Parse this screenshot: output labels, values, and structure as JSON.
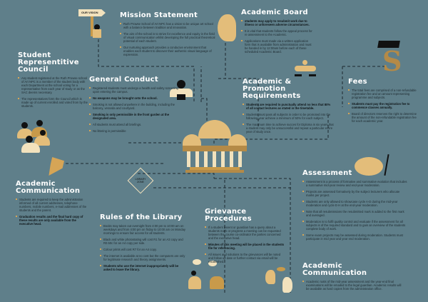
{
  "colors": {
    "background": "#5f7f8a",
    "accent": "#d6a556",
    "tan": "#e3bd7a",
    "cream": "#f2e2bd",
    "dark": "#111"
  },
  "sign_text": "OUR VISION",
  "library_sign": "LIBRARY ZONE",
  "sections": [
    {
      "id": "mission-statement",
      "title": "Mission Statement",
      "bullets": [
        {
          "t": "Ruth Prowse School of Art NPC has a vision to be unique art school with a balance between tradition and innovation.",
          "b": false
        },
        {
          "t": "The aim of the school is to strive for excellence and equity in the field of visual communication whilst developing the full practical theoretical potential of each student.",
          "b": false
        },
        {
          "t": "Our nurturing approach provides a conducive environment that enables each student to discover their authentic visual language of expression.",
          "b": false
        }
      ]
    },
    {
      "id": "academic-board",
      "title": "Academic Board",
      "bullets": [
        {
          "t": "students may apply to resubmit work due to illness or unforeseen adverse circumstances.",
          "b": true
        },
        {
          "t": "It is vital that students follow the appeal process for re assessment to the Academic.",
          "b": false
        },
        {
          "t": "Applications must made via a written application form that is available from administration and must be handed in by 12:00am before each of these scheduled Academic Board.",
          "b": false
        }
      ]
    },
    {
      "id": "student-council",
      "title": "Student Representitive Council",
      "bullets": [
        {
          "t": "Any student registered at the Ruth Prowse school of Art NPC is a member of the student body with each Department at the school voting for a representative from each year of study or as the SAC deems necessary.",
          "b": false
        },
        {
          "t": "The representatives form the Council which is made up of current enrolled and voted from by the students.",
          "b": false
        }
      ]
    },
    {
      "id": "general-conduct",
      "title": "General Conduct",
      "bullets": [
        {
          "t": "Registered students must undergo a health and safety screening upon entering the campus.",
          "b": false
        },
        {
          "t": "No weapons may be brought onto the school.",
          "b": true
        },
        {
          "t": "Smoking is not allowed anywhere in the building, including the balcony, veranda and courtyard.",
          "b": false
        },
        {
          "t": "Smoking is only permissible in the front garden at the designated area.",
          "b": true
        },
        {
          "t": "All students must attend all briefings.",
          "b": false
        },
        {
          "t": "No littering is permissible",
          "b": false
        }
      ]
    },
    {
      "id": "promotion-requirements",
      "title": "Academic & Promotion Requirements",
      "bullets": [
        {
          "t": "Students are required to punctually attend no less that 80% of all contact lectures as stated in the timetable.",
          "b": true
        },
        {
          "t": "Students must pass all subjects in order to be promoted into the following year achieve a minimum of 50% for each subject.",
          "b": false
        },
        {
          "t": "The maximum time to achieve succes for Diploma is six years that a student may only be unsuccessful and repeat a particular entire year of study once.",
          "b": false
        }
      ]
    },
    {
      "id": "fees",
      "title": "Fees",
      "bullets": [
        {
          "t": "The total fees are comprised of a non-refundable registration fee and an amount representing programme and subjects.",
          "b": false
        },
        {
          "t": "Students must pay the registration fee to commence classes annually.",
          "b": true
        },
        {
          "t": "Board of directors reserves the right to determine the amount of the non-refundable registration fee for each academic year.",
          "b": false
        }
      ]
    },
    {
      "id": "academic-communication-left",
      "title": "Academic Communication",
      "bullets": [
        {
          "t": "Students are required to keep the administration informed of all current addresses, telephone numbers, mobile numbers, e-mail addresses of the students and the parent.",
          "b": false
        },
        {
          "t": "Graduation results and the final hard copy of these results are only available from the executive head.",
          "b": true
        }
      ]
    },
    {
      "id": "library-rules",
      "title": "Rules of the Library",
      "bullets": [
        {
          "t": "Books may taken out overnight from 4:00 pm to 10:00 am on weekdays and from 4:00 pm on friday to 10:00 am on Monday mornings to ensure fair access for all students.",
          "b": false
        },
        {
          "t": "Black and white photostating will cost R1 for an A3 copy and R0.50c for an A4 copy per side.",
          "b": false
        },
        {
          "t": "Colour prints will cost R7 for an A4 copy.",
          "b": false
        },
        {
          "t": "The internet is available at no cost but the computers are only for legitimate research and theory assignments.",
          "b": false
        },
        {
          "t": "Students who use the internet inappropriately will be asked to leave the library.",
          "b": true
        }
      ]
    },
    {
      "id": "grievance-procedures",
      "title": "Grievance Procedures",
      "bullets": [
        {
          "t": "If a student parent or guardian has a query about a students mark or progress a meeting can be requested between the course co-ordinator the parties concerned and the executive head.",
          "b": false
        },
        {
          "t": "Minutes of this meeting will be placed in the students file for referencing.",
          "b": true
        },
        {
          "t": "All issues and solutions to the grievances will be noted and follow up date or further contact via email will be established.",
          "b": false
        }
      ]
    },
    {
      "id": "assessment",
      "title": "Assessment",
      "bullets": [
        {
          "t": "Assessment is a process of formative and summative evalution that includes a summative mid-year review and end-year moderation.",
          "b": false
        },
        {
          "t": "Projects are assessed formatively by the subject lecturers who allocate marks per project.",
          "b": false
        },
        {
          "t": "Students are only allowed to showcase cycle A-D during the mid-year moderation and cycle E-H at the end-year moderation.",
          "b": false
        },
        {
          "t": "Note that all resubmissions the resubmitted mark is added to the first mark and averaged.",
          "b": false
        },
        {
          "t": "Moderation is to fulfil quality control and evaluate if the assessment for all subjects is of the required standard and to gain an overview of the students complete body of work.",
          "b": false
        },
        {
          "t": "Some exam projects may be assessed during moderation. Students must participate in mid year and year end moderation.",
          "b": false
        }
      ]
    },
    {
      "id": "academic-communication-right",
      "title": "Academic Communication",
      "bullets": [
        {
          "t": "Academic rusts of the mid-year assessment and the year-end final examinations will be emailed to the legal guardian. Academic results will be available as hard copies from the administration office.",
          "b": false
        }
      ]
    }
  ]
}
